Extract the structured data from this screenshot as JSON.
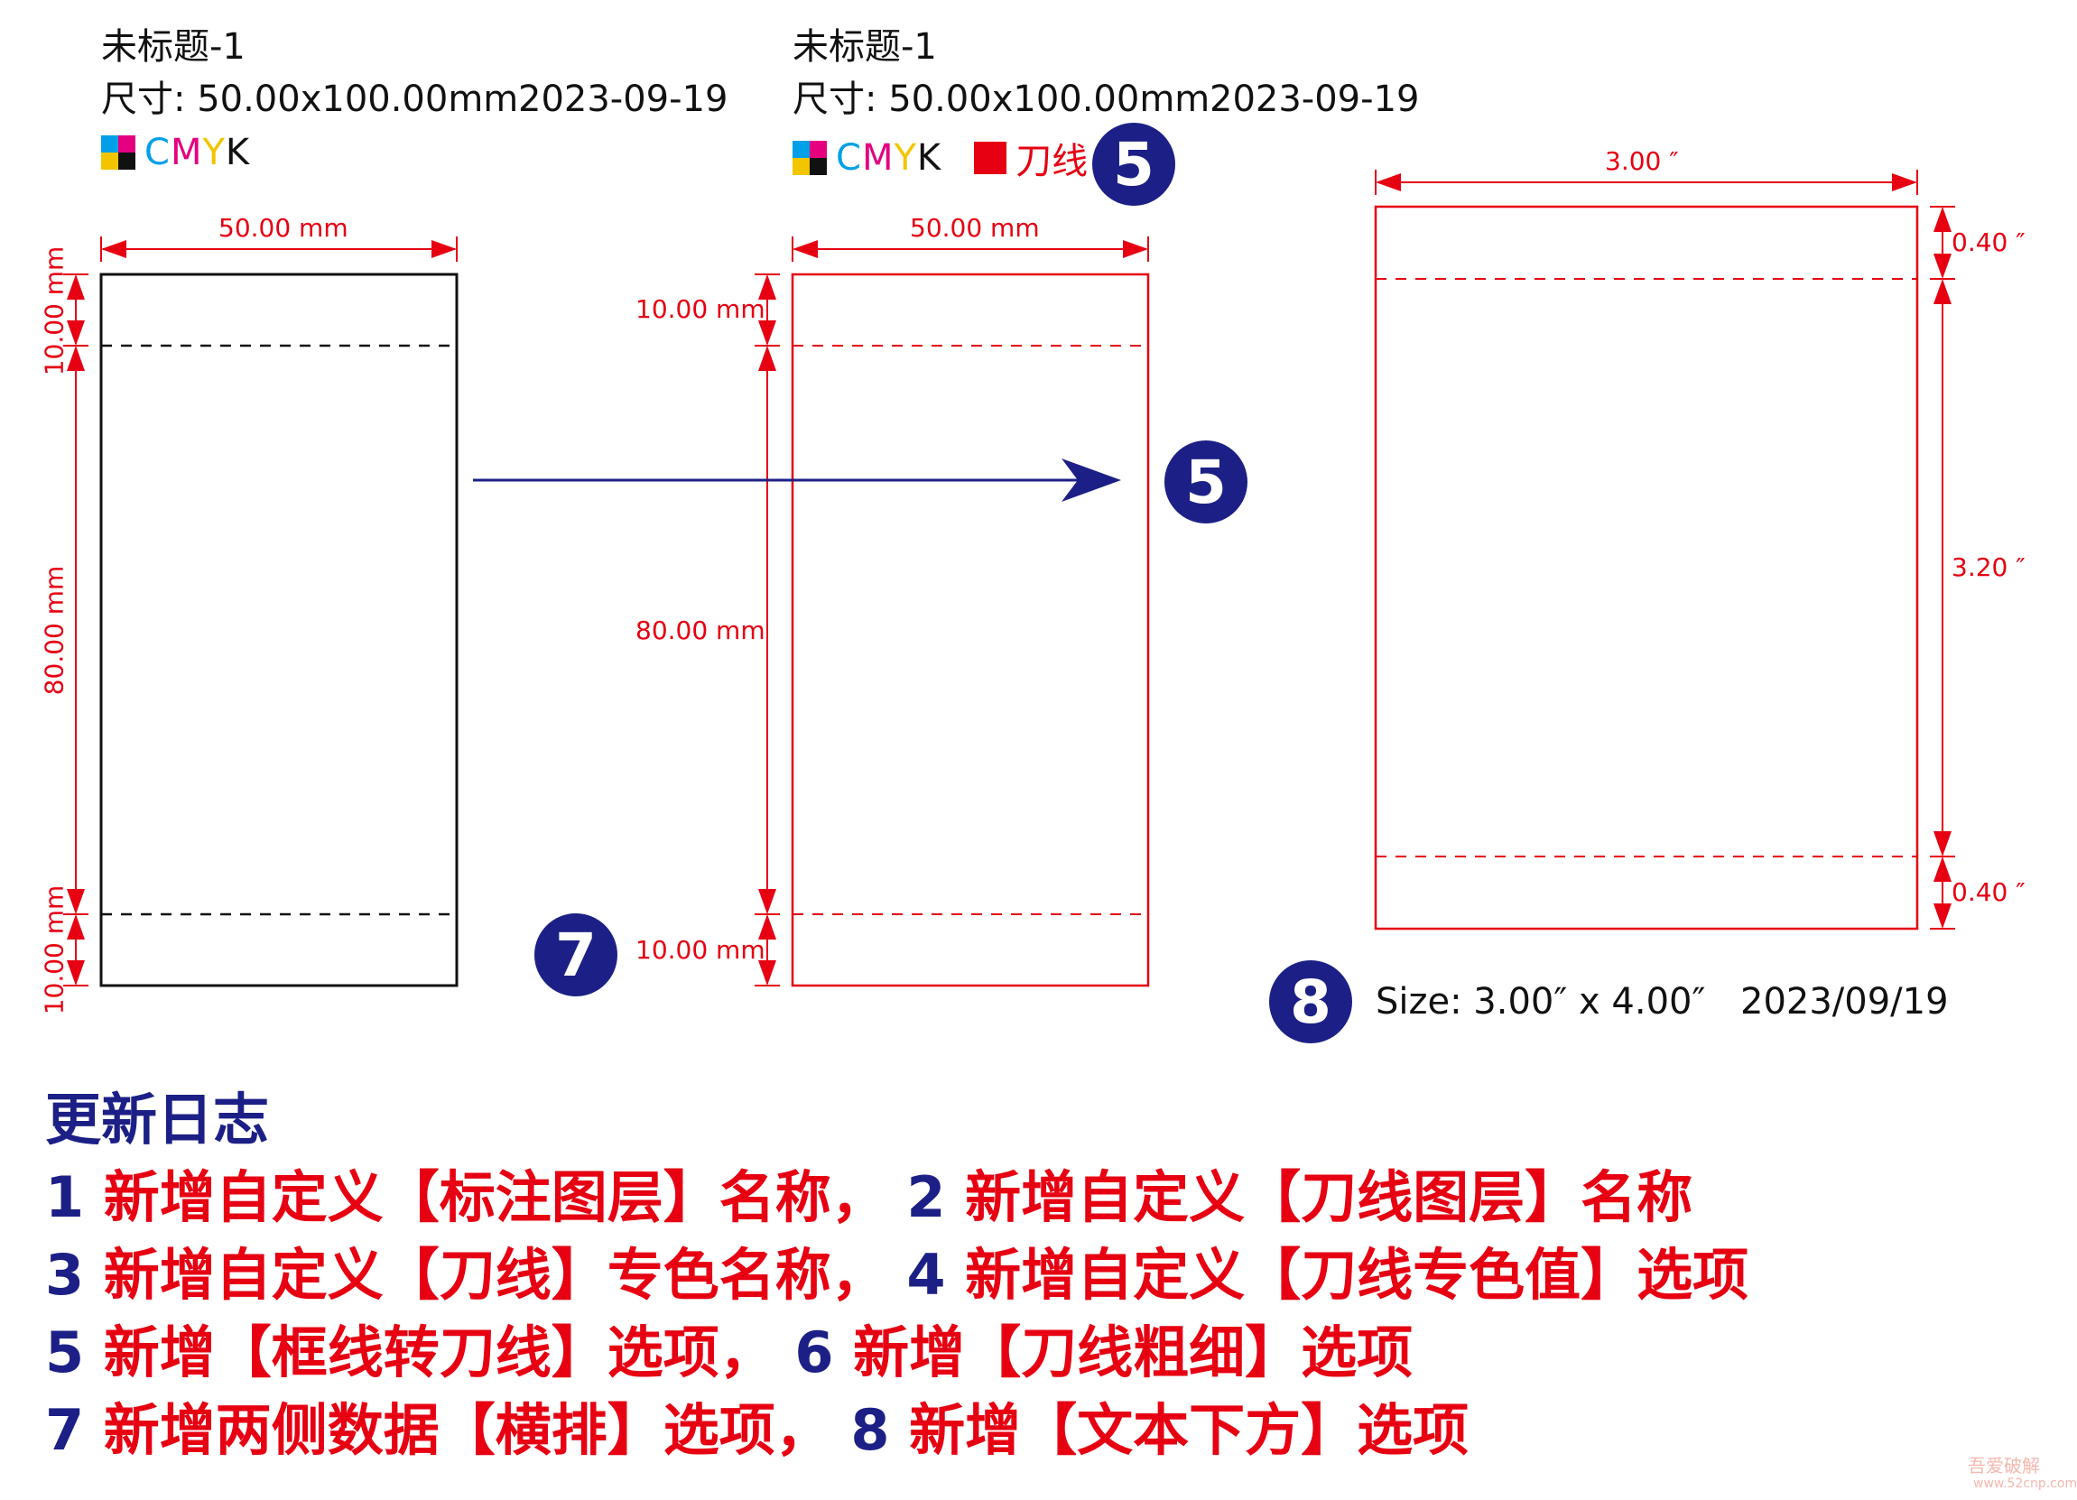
{
  "panel1": {
    "title": "未标题-1",
    "size_text": "尺寸: 50.00x100.00mm",
    "date": "2023-09-19",
    "cmyk": [
      "C",
      "M",
      "Y",
      "K"
    ],
    "width_label": "50.00 mm",
    "top_label": "10.00 mm",
    "mid_label": "80.00 mm",
    "bottom_label": "10.00 mm"
  },
  "panel2": {
    "title": "未标题-1",
    "size_text": "尺寸: 50.00x100.00mm",
    "date": "2023-09-19",
    "cmyk": [
      "C",
      "M",
      "Y",
      "K"
    ],
    "dieline_label": "刀线",
    "width_label": "50.00 mm",
    "top_label": "10.00 mm",
    "mid_label": "80.00 mm",
    "bottom_label": "10.00 mm"
  },
  "panel3": {
    "width_label": "3.00 ″",
    "top_label": "0.40 ″",
    "mid_label": "3.20 ″",
    "bottom_label": "0.40 ″",
    "size_text": "Size: 3.00″ x 4.00″",
    "date": "2023/09/19"
  },
  "badges": {
    "b5_top": "5",
    "b5_arrow": "5",
    "b7": "7",
    "b8": "8"
  },
  "colors": {
    "dieline_red": "#e60012",
    "badge_navy": "#1c2086",
    "arrow_navy": "#1c2086"
  },
  "changelog": {
    "heading": "更新日志",
    "lines": [
      [
        {
          "n": "1",
          "t": "新增自定义【标注图层】名称，"
        },
        {
          "n": "2",
          "t": "新增自定义【刀线图层】名称"
        }
      ],
      [
        {
          "n": "3",
          "t": "新增自定义【刀线】专色名称，"
        },
        {
          "n": "4",
          "t": "新增自定义【刀线专色值】选项"
        }
      ],
      [
        {
          "n": "5",
          "t": "新增【框线转刀线】选项，"
        },
        {
          "n": "6",
          "t": "新增【刀线粗细】选项"
        }
      ],
      [
        {
          "n": "7",
          "t": "新增两侧数据【横排】选项，"
        },
        {
          "n": "8",
          "t": "新增【文本下方】选项"
        }
      ]
    ]
  },
  "watermark": {
    "text": "吾爱破解",
    "url_text": "www.52cnp.com"
  }
}
